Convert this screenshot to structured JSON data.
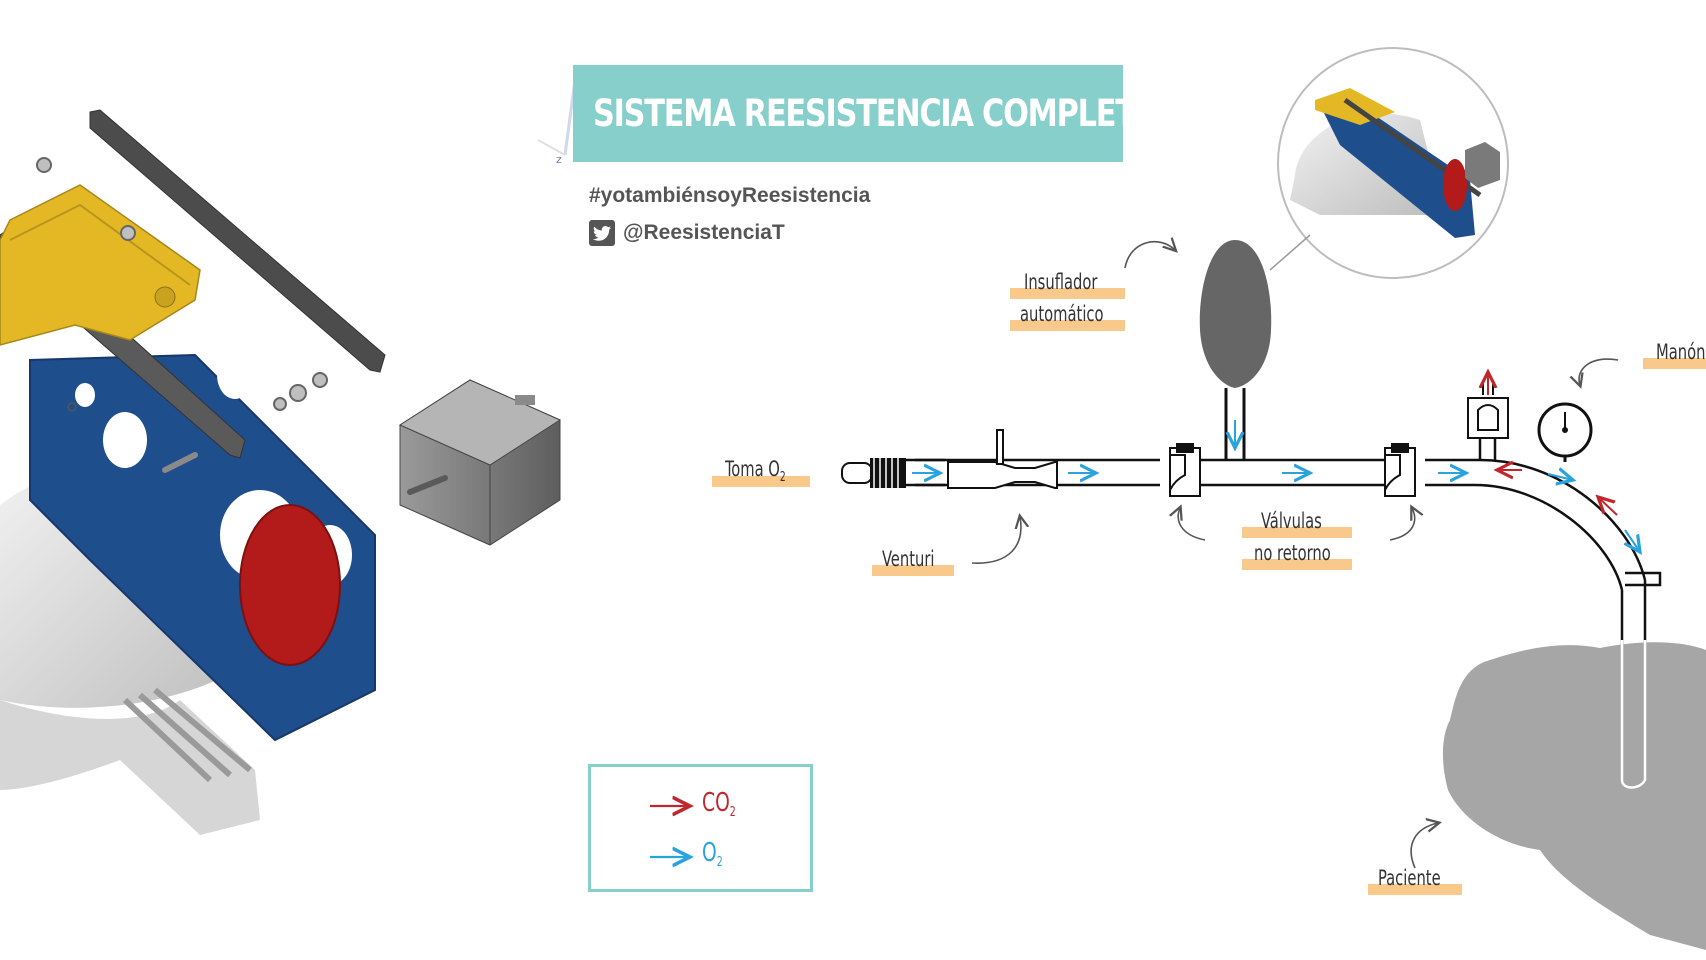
{
  "title": "SISTEMA REESISTENCIA COMPLETO",
  "hashtag": "#yotambiénsoyReesistencia",
  "twitter_handle": "@ReesistenciaT",
  "labels": {
    "toma": "Toma O",
    "toma_sub": "2",
    "venturi": "Venturi",
    "insuflador_line1": "Insuflador",
    "insuflador_line2": "automático",
    "valvulas_line1": "Válvulas",
    "valvulas_line2": "no retorno",
    "manometro": "Manón",
    "paciente": "Paciente"
  },
  "legend": {
    "co2": "CO",
    "co2_sub": "2",
    "o2": "O",
    "o2_sub": "2"
  },
  "colors": {
    "banner": "#86cfcb",
    "highlight": "#f8c98b",
    "co2_arrow": "#c0272d",
    "o2_arrow": "#29a3dd",
    "plate_blue": "#1f4e8c",
    "bracket_yellow": "#e3b824",
    "disc_red": "#b31b1b",
    "patient_gray": "#a6a6a6"
  }
}
